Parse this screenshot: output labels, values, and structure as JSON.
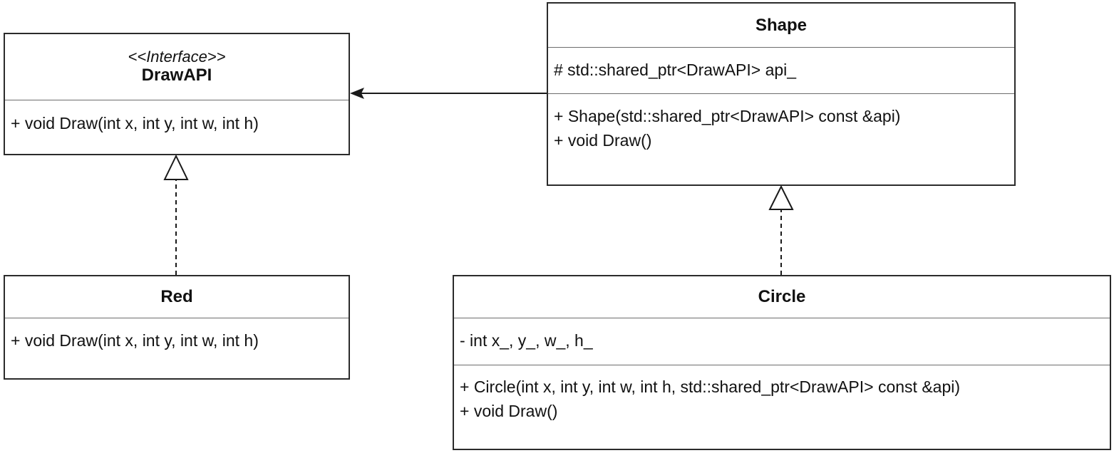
{
  "diagram": {
    "classes": {
      "drawapi": {
        "stereotype": "<<Interface>>",
        "name": "DrawAPI",
        "attributes": [],
        "methods": [
          "+ void Draw(int x, int y, int w, int h)"
        ]
      },
      "shape": {
        "name": "Shape",
        "attributes": [
          "# std::shared_ptr<DrawAPI> api_"
        ],
        "methods": [
          "+ Shape(std::shared_ptr<DrawAPI> const &api)",
          "+ void Draw()"
        ]
      },
      "red": {
        "name": "Red",
        "methods": [
          "+ void Draw(int x, int y, int w, int h)"
        ]
      },
      "circle": {
        "name": "Circle",
        "attributes": [
          "- int x_, y_, w_, h_"
        ],
        "methods": [
          "+ Circle(int x, int y, int w, int h, std::shared_ptr<DrawAPI> const &api)",
          "+ void Draw()"
        ]
      }
    },
    "relations": [
      {
        "from": "Shape",
        "to": "DrawAPI",
        "kind": "association"
      },
      {
        "from": "Red",
        "to": "DrawAPI",
        "kind": "realization"
      },
      {
        "from": "Circle",
        "to": "Shape",
        "kind": "realization"
      }
    ],
    "colors": {
      "line": "#2b2b2b",
      "divider": "#6d6d6d",
      "background": "#ffffff"
    }
  }
}
